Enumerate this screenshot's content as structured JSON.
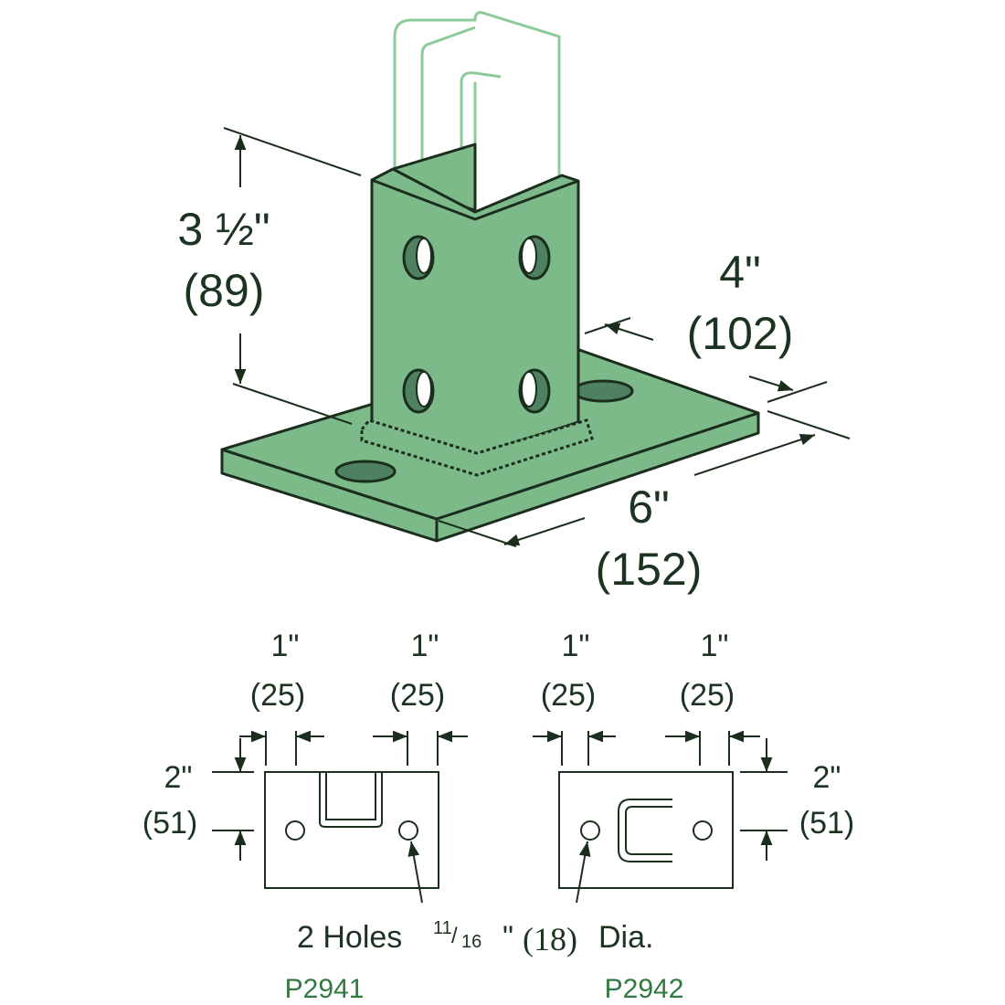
{
  "colors": {
    "steel": "#7dba8a",
    "hole": "#4f8060",
    "outline": "#1b2e1e",
    "channel": "#8ccb98",
    "text": "#1b3320",
    "part_number": "#2f7a40"
  },
  "iso_view": {
    "height_in": "3 ½\"",
    "height_mm": "(89)",
    "width_in": "4\"",
    "width_mm": "(102)",
    "length_in": "6\"",
    "length_mm": "(152)"
  },
  "plan_views": {
    "left": {
      "dim1_in": "1\"",
      "dim1_mm": "(25)",
      "dim2_in": "1\"",
      "dim2_mm": "(25)",
      "side_in": "2\"",
      "side_mm": "(51)",
      "part_number": "P2941"
    },
    "right": {
      "dim1_in": "1\"",
      "dim1_mm": "(25)",
      "dim2_in": "1\"",
      "dim2_mm": "(25)",
      "side_in": "2\"",
      "side_mm": "(51)",
      "part_number": "P2942"
    },
    "hole_note": {
      "prefix": "2 Holes",
      "fraction_num": "11",
      "fraction_den": "16",
      "inch_mark": "\"",
      "mm": "(18)",
      "suffix": "Dia."
    }
  }
}
